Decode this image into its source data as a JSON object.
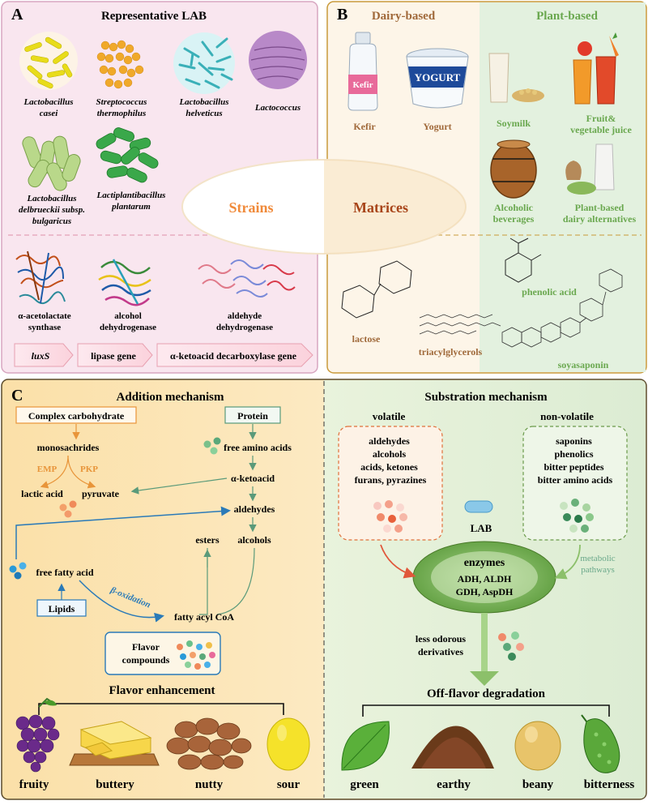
{
  "panelA": {
    "letter": "A",
    "title": "Representative LAB",
    "strains": [
      {
        "name_lines": [
          "Lactobacillus",
          "casei"
        ]
      },
      {
        "name_lines": [
          "Streptococcus",
          "thermophilus"
        ]
      },
      {
        "name_lines": [
          "Lactobacillus",
          "helveticus"
        ]
      },
      {
        "name_lines": [
          "Lactococcus"
        ]
      },
      {
        "name_lines": [
          "Lactobacillus",
          "delbrueckii subsp.",
          "bulgaricus"
        ]
      },
      {
        "name_lines": [
          "Lactiplantibacillus",
          "plantarum"
        ]
      }
    ],
    "enzymes": [
      {
        "name_lines": [
          "α-acetolactate",
          "synthase"
        ]
      },
      {
        "name_lines": [
          "alcohol",
          "dehydrogenase"
        ]
      },
      {
        "name_lines": [
          "aldehyde",
          "dehydrogenase"
        ]
      }
    ],
    "genes": [
      "luxS",
      "lipase gene",
      "α-ketoacid decarboxylase gene"
    ]
  },
  "panelB": {
    "letter": "B",
    "dairy_title": "Dairy-based",
    "plant_title": "Plant-based",
    "kefir_bottle_label": "Kefir",
    "yogurt_cup_label": "YOGURT",
    "dairy_items": [
      "Kefir",
      "Yogurt"
    ],
    "plant_items": [
      {
        "name_lines": [
          "Soymilk"
        ]
      },
      {
        "name_lines": [
          "Fruit&",
          "vegetable juice"
        ]
      },
      {
        "name_lines": [
          "Alcoholic",
          "beverages"
        ]
      },
      {
        "name_lines": [
          "Plant-based",
          "dairy alternatives"
        ]
      }
    ],
    "compounds": [
      "phenolic acid",
      "lactose",
      "triacylglycerols",
      "soyasaponin"
    ]
  },
  "center": {
    "left": "Strains",
    "right": "Matrices"
  },
  "panelC": {
    "letter": "C",
    "addition_title": "Addition mechanism",
    "substration_title": "Substration mechanism",
    "nodes": {
      "complex_carbohydrate": "Complex carbohydrate",
      "monosaccharides": "monosachrides",
      "emp": "EMP",
      "pkp": "PKP",
      "lactic_acid": "lactic acid",
      "pyruvate": "pyruvate",
      "protein": "Protein",
      "free_amino_acids": "free amino acids",
      "ketoacid": "α-ketoacid",
      "aldehydes": "aldehydes",
      "esters": "esters",
      "alcohols": "alcohols",
      "free_fatty_acid": "free fatty acid",
      "beta_oxidation": "β-oxidation",
      "lipids": "Lipids",
      "fatty_acyl_coa": "fatty acyl CoA",
      "flavor_compounds_lines": [
        "Flavor",
        "compounds"
      ]
    },
    "volatile": {
      "title": "volatile",
      "items": [
        "aldehydes",
        "alcohols",
        "acids, ketones",
        "furans, pyrazines"
      ]
    },
    "non_volatile": {
      "title": "non-volatile",
      "items": [
        "saponins",
        "phenolics",
        "bitter peptides",
        "bitter amino acids"
      ]
    },
    "lab": "LAB",
    "enzymes_title": "enzymes",
    "enzymes_lines": [
      "ADH, ALDH",
      "GDH, AspDH"
    ],
    "metabolic_lines": [
      "metabolic",
      "pathways"
    ],
    "derivatives_lines": [
      "less odorous",
      "derivatives"
    ],
    "flavor_enhancement": "Flavor enhancement",
    "off_flavor_degradation": "Off-flavor degradation",
    "enhancement_items": [
      "fruity",
      "buttery",
      "nutty",
      "sour"
    ],
    "degradation_items": [
      "green",
      "earthy",
      "beany",
      "bitterness"
    ]
  },
  "colors": {
    "orange": "#e8953a",
    "blue": "#2a7ab8",
    "teal": "#5a9a7a",
    "green": "#6aa84f",
    "red": "#e0573a",
    "brown": "#a0693a",
    "pinkBg": "#f9e6ef",
    "greenBg": "#e3f1df",
    "creamBg": "#fdf5e8"
  }
}
